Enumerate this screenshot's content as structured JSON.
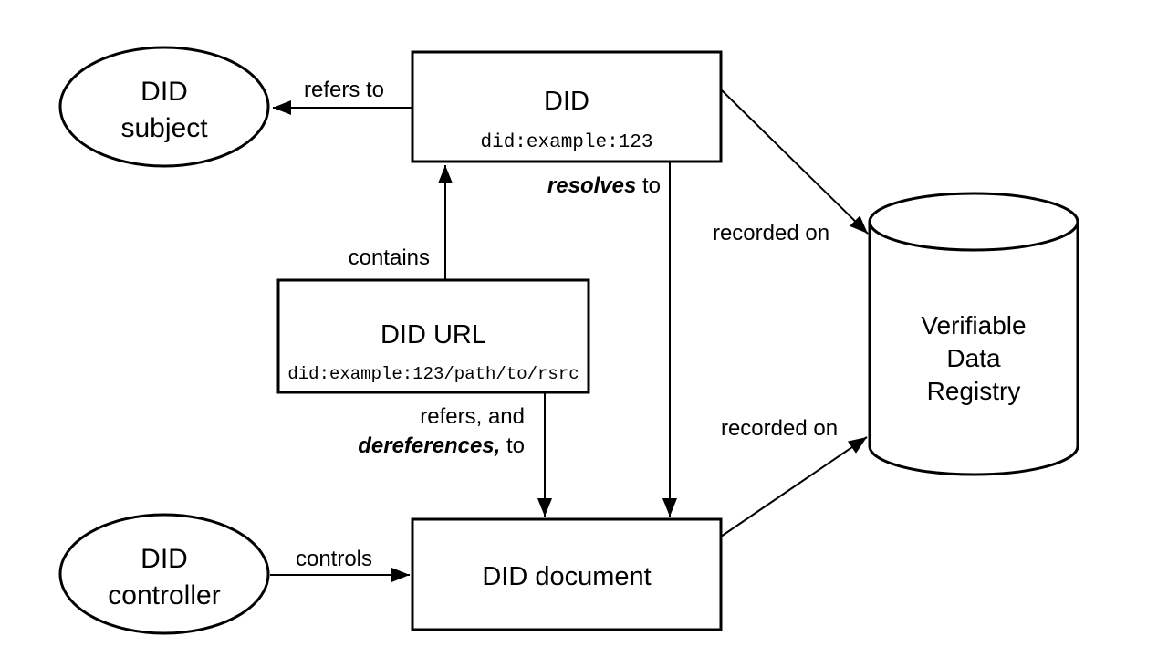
{
  "colors": {
    "background": "#ffffff",
    "stroke": "#000000",
    "text": "#000000"
  },
  "nodes": {
    "did_subject": {
      "shape": "ellipse",
      "lines": [
        "DID",
        "subject"
      ]
    },
    "did": {
      "shape": "rect",
      "title": "DID",
      "identifier": "did:example:123"
    },
    "did_url": {
      "shape": "rect",
      "title": "DID URL",
      "identifier": "did:example:123/path/to/rsrc"
    },
    "did_document": {
      "shape": "rect",
      "title": "DID document"
    },
    "did_controller": {
      "shape": "ellipse",
      "lines": [
        "DID",
        "controller"
      ]
    },
    "verifiable_data_registry": {
      "shape": "cylinder",
      "lines": [
        "Verifiable",
        "Data",
        "Registry"
      ]
    }
  },
  "edges": {
    "refers_to": {
      "label": "refers to"
    },
    "contains": {
      "label": "contains"
    },
    "resolves_to": {
      "emphasis": "resolves",
      "rest": " to"
    },
    "refers_and_dereferences_to": {
      "line1": "refers, and",
      "line2_emphasis": "dereferences,",
      "line2_rest": " to"
    },
    "controls": {
      "label": "controls"
    },
    "recorded_on_did": {
      "label": "recorded on"
    },
    "recorded_on_document": {
      "label": "recorded on"
    }
  }
}
